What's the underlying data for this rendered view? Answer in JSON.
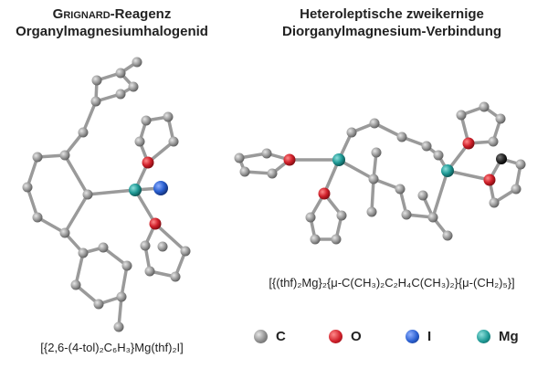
{
  "left_panel": {
    "title_line1_part1": "Grignard",
    "title_line1_part2": "-Reagenz",
    "title_line2": "Organylmagnesiumhalogenid",
    "formula": "[{2,6-(4-tol)₂C₆H₃}Mg(thf)₂I]"
  },
  "right_panel": {
    "title_line1": "Heteroleptische zweikernige",
    "title_line2": "Diorganylmagnesium-Verbindung",
    "formula": "[{(thf)₂Mg}₂{μ-C(CH₃)₂C₂H₄C(CH₃)₂}{μ-(CH₂)₅}]"
  },
  "legend": {
    "items": [
      {
        "label": "C",
        "color": "#8c8c8c"
      },
      {
        "label": "O",
        "color": "#d0202a"
      },
      {
        "label": "I",
        "color": "#2a5fd0"
      },
      {
        "label": "Mg",
        "color": "#1f9a96"
      }
    ]
  },
  "colors": {
    "carbon": "#8c8c8c",
    "oxygen": "#d0202a",
    "iodine": "#2a5fd0",
    "magnesium": "#1f9a96",
    "bond": "#9a9a9a"
  }
}
